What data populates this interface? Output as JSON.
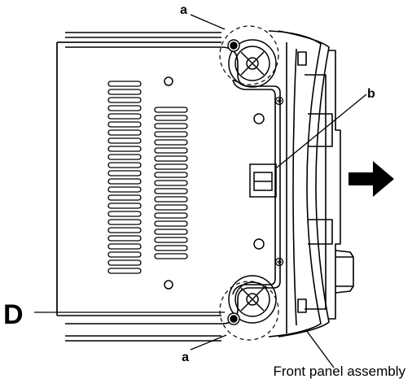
{
  "labels": {
    "a_top": "a",
    "a_bottom": "a",
    "b": "b",
    "view": "D",
    "caption": "Front panel assembly"
  },
  "colors": {
    "line": "#000000",
    "background": "#ffffff"
  },
  "icons": {
    "direction_arrow": "right-arrow-icon"
  }
}
